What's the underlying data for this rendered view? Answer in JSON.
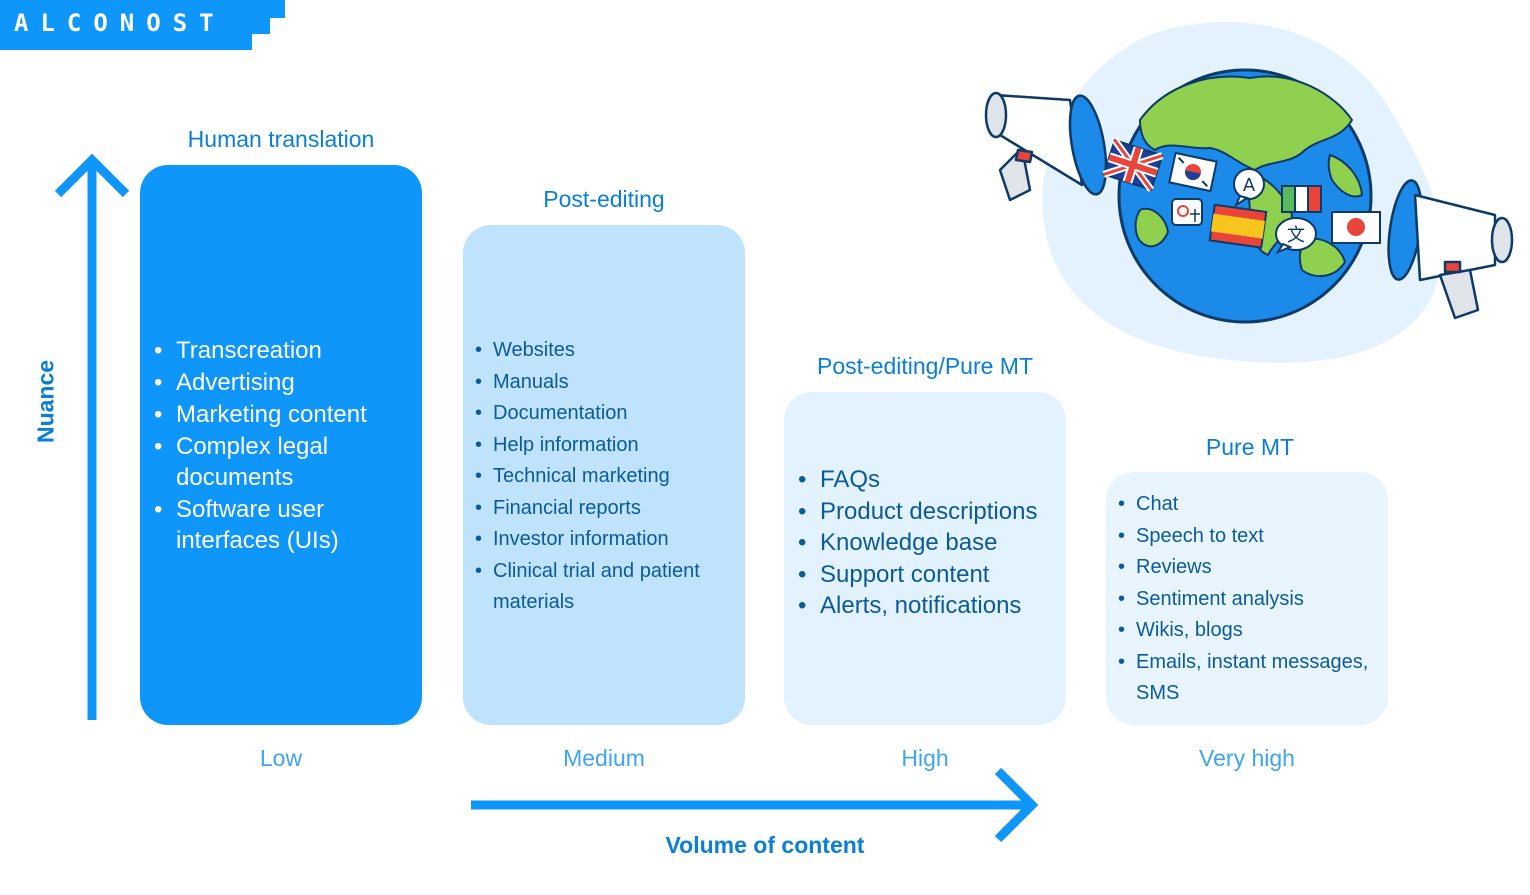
{
  "brand": {
    "logo_text": "ALCONOST",
    "color": "#0f96fa"
  },
  "axes": {
    "x_label": "Volume of content",
    "y_label": "Nuance",
    "color": "#0f96fa"
  },
  "columns": [
    {
      "title": "Human translation",
      "level": "Low",
      "color": "#0f96fa",
      "items": [
        "Transcreation",
        "Advertising",
        "Marketing content",
        "Complex legal documents",
        "Software user interfaces (UIs)"
      ]
    },
    {
      "title": "Post-editing",
      "level": "Medium",
      "color": "#bfe2fd",
      "items": [
        "Websites",
        "Manuals",
        "Documentation",
        "Help information",
        "Technical marketing",
        "Financial reports",
        "Investor information",
        "Clinical trial and patient materials"
      ]
    },
    {
      "title": "Post-editing/Pure MT",
      "level": "High",
      "color": "#e2f2fe",
      "items": [
        "FAQs",
        "Product descriptions",
        "Knowledge base",
        "Support content",
        "Alerts, notifications"
      ]
    },
    {
      "title": "Pure MT",
      "level": "Very high",
      "color": "#e9f5fe",
      "items": [
        "Chat",
        "Speech to text",
        "Reviews",
        "Sentiment analysis",
        "Wikis, blogs",
        "Emails, instant messages, SMS"
      ]
    }
  ],
  "illustration": {
    "icons": [
      "globe-icon",
      "megaphone-icon",
      "flag-uk-icon",
      "flag-korea-icon",
      "flag-spain-icon",
      "flag-italy-icon",
      "flag-japan-icon",
      "google-translate-icon",
      "speech-bubble-icon"
    ],
    "bubble_letters": [
      "A",
      "文"
    ]
  }
}
